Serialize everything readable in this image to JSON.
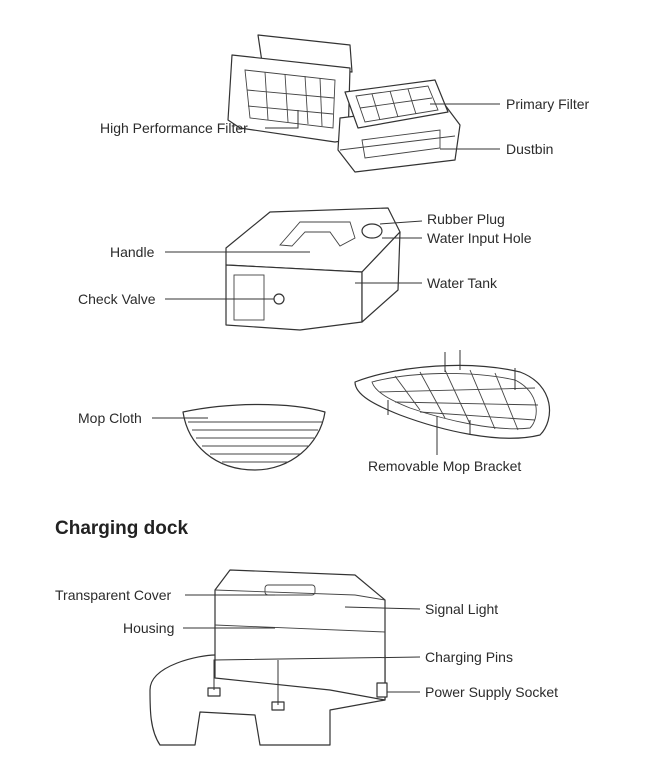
{
  "components": {
    "filter_group": {
      "high_performance_filter": "High Performance Filter",
      "primary_filter": "Primary Filter",
      "dustbin": "Dustbin"
    },
    "water_tank_group": {
      "rubber_plug": "Rubber Plug",
      "water_input_hole": "Water Input Hole",
      "handle": "Handle",
      "water_tank": "Water Tank",
      "check_valve": "Check Valve"
    },
    "mop_group": {
      "mop_cloth": "Mop Cloth",
      "removable_mop_bracket": "Removable Mop Bracket"
    }
  },
  "charging_dock": {
    "heading": "Charging dock",
    "transparent_cover": "Transparent Cover",
    "housing": "Housing",
    "signal_light": "Signal Light",
    "charging_pins": "Charging Pins",
    "power_supply_socket": "Power Supply Socket"
  }
}
